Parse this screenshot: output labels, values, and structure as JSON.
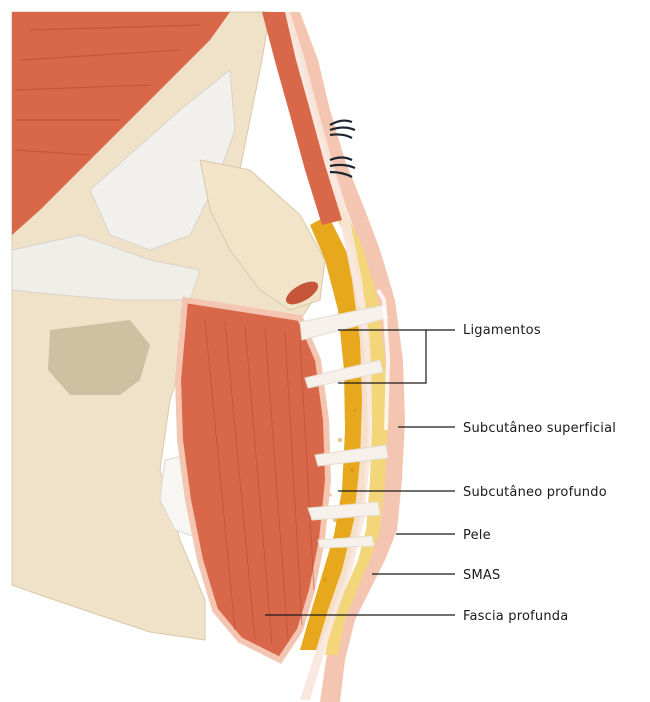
{
  "labels": {
    "ligamentos": "Ligamentos",
    "subcutaneo_superficial": "Subcutâneo superficial",
    "subcutaneo_profundo": "Subcutâneo profundo",
    "pele": "Pele",
    "smas": "SMAS",
    "fascia_profunda": "Fascia profunda"
  },
  "colors": {
    "bone": "#efe2c8",
    "muscle": "#d9684a",
    "fat_deep": "#e8a81e",
    "fat_superficial": "#f3d57a",
    "skin": "#f4c6b2",
    "ligament": "#f6f1ea",
    "leader_line": "#1a1a1a"
  }
}
